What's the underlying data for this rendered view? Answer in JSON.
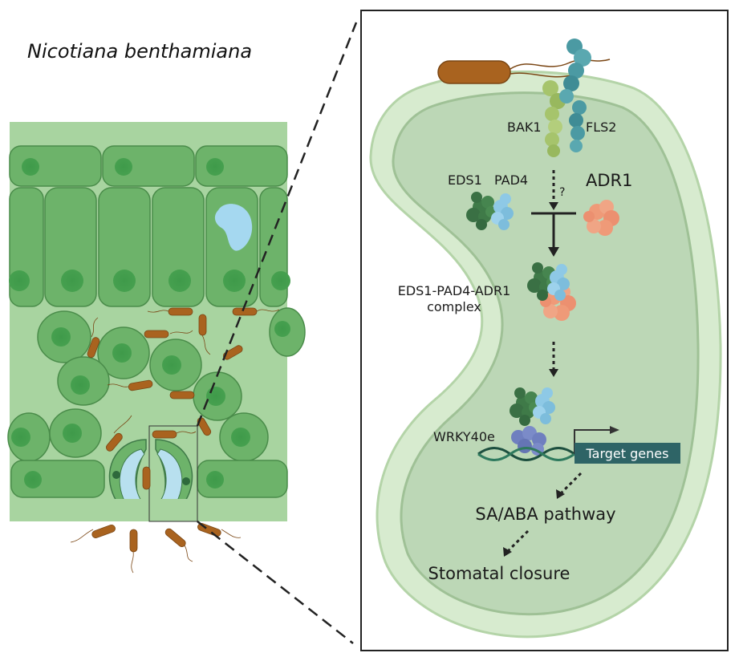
{
  "title": "Nicotiana benthamiana",
  "labels": {
    "bak1": "BAK1",
    "fls2": "FLS2",
    "eds1": "EDS1",
    "pad4": "PAD4",
    "adr1": "ADR1",
    "question": "?",
    "complex_line1": "EDS1-PAD4-ADR1",
    "complex_line2": "complex",
    "wrky": "WRKY40e",
    "target_genes": "Target genes",
    "pathway": "SA/ABA pathway",
    "closure": "Stomatal closure"
  },
  "colors": {
    "cell_green": "#6db36a",
    "cell_dark": "#4a9a4a",
    "leaf_bg": "#a8d4a0",
    "bacterium": "#a9631f",
    "eds1_green": "#3f7a48",
    "pad4_blue": "#8ec9e6",
    "adr1_salmon": "#ef9a78",
    "bak1_lime": "#a6c46c",
    "fls2_teal": "#4b9aa3",
    "wrky_purple": "#6f7fbf",
    "dna": "#1d4f3f",
    "target_box": "#2e6466"
  }
}
